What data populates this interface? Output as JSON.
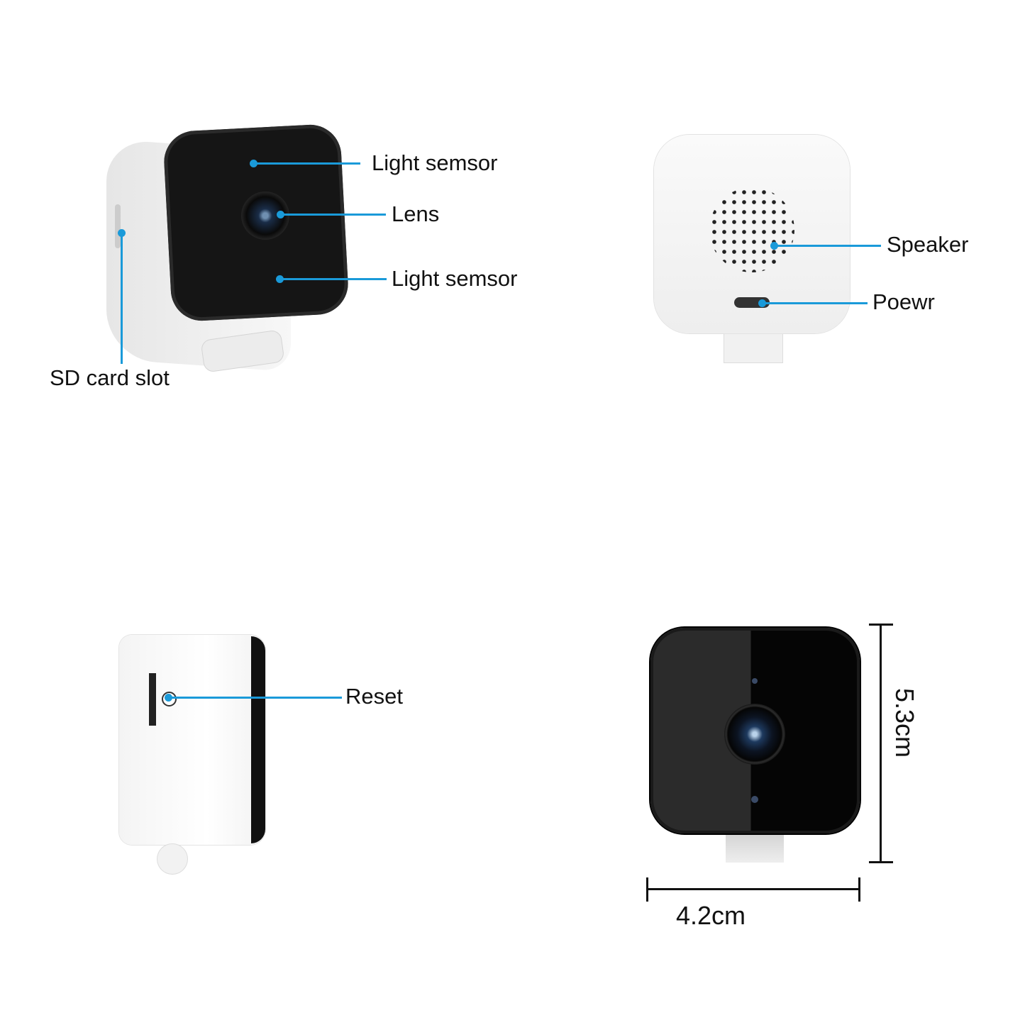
{
  "colors": {
    "callout": "#1a9ad9",
    "device_dark": "#111111",
    "device_light": "#f3f3f3",
    "text": "#111111"
  },
  "views": {
    "front_angle": {
      "labels": {
        "light_sensor_top": "Light semsor",
        "lens": "Lens",
        "light_sensor_bottom": "Light semsor",
        "sd_slot": "SD card slot"
      }
    },
    "back": {
      "labels": {
        "speaker": "Speaker",
        "power": "Poewr"
      }
    },
    "side": {
      "labels": {
        "reset": "Reset"
      }
    },
    "front_dimensions": {
      "width": "4.2cm",
      "height": "5.3cm"
    }
  }
}
